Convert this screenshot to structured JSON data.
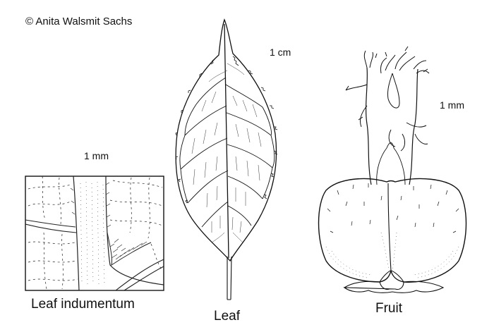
{
  "copyright": "© Anita Walsmit Sachs",
  "panels": {
    "indumentum": {
      "scale": "1 mm",
      "caption": "Leaf indumentum"
    },
    "leaf": {
      "scale": "1 cm",
      "caption": "Leaf"
    },
    "fruit": {
      "scale": "1 mm",
      "caption": "Fruit"
    }
  }
}
